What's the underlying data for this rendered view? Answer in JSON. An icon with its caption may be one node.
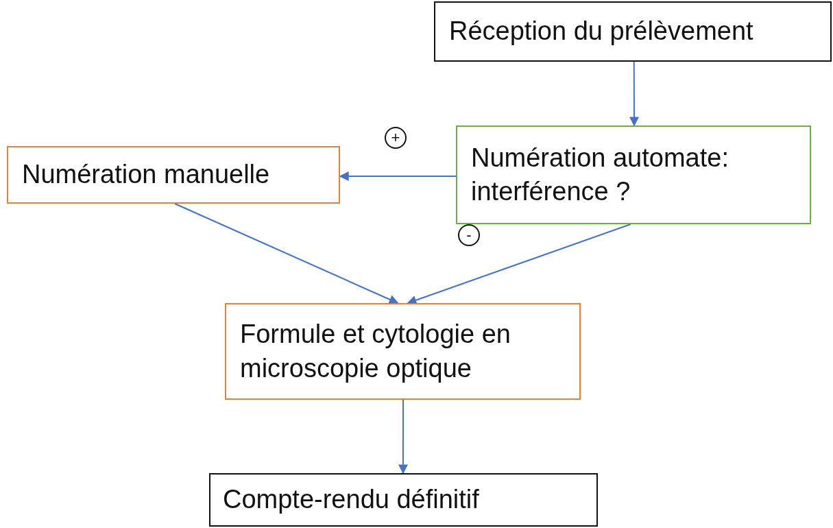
{
  "diagram": {
    "nodes": [
      {
        "text": [
          "Réception du prélèvement"
        ]
      },
      {
        "text": [
          "Numération automate: interférence ?"
        ]
      },
      {
        "text": [
          "Numération manuelle"
        ]
      },
      {
        "text": [
          "Formule et cytologie en microscopie optique"
        ]
      },
      {
        "text": [
          "Compte-rendu définitif"
        ]
      }
    ],
    "edges": [
      {
        "from": 0,
        "to": 1,
        "arrow": "to"
      },
      {
        "from": 1,
        "to": 2,
        "arrow": "to",
        "label": "+"
      },
      {
        "from": 2,
        "to": 3,
        "arrow": "to"
      },
      {
        "from": 1,
        "to": 3,
        "arrow": "to",
        "label": "-"
      },
      {
        "from": 3,
        "to": 4,
        "arrow": "to"
      }
    ]
  }
}
